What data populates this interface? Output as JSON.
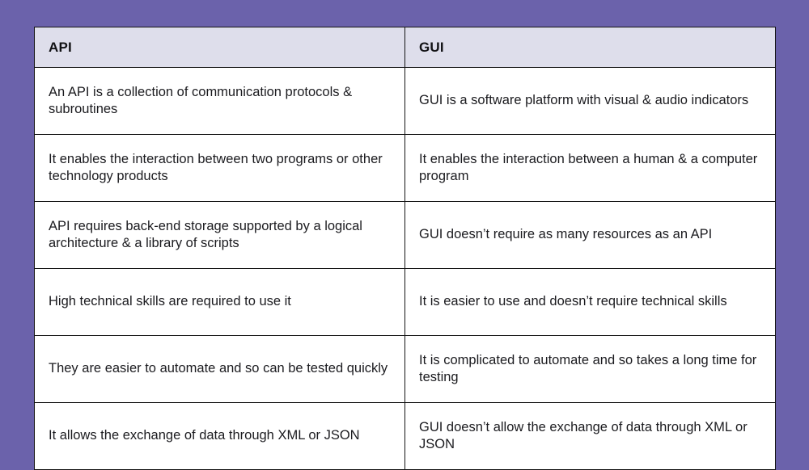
{
  "background_color": "#6b62ab",
  "table": {
    "header_background": "#dedeeb",
    "border_color": "#141414",
    "cell_background": "#ffffff",
    "columns": [
      {
        "label": "API"
      },
      {
        "label": "GUI"
      }
    ],
    "rows": [
      {
        "api": "An API is a collection of communication protocols & subroutines",
        "gui": "GUI is a software platform with visual & audio indicators"
      },
      {
        "api": "It enables the interaction between two programs or other technology products",
        "gui": "It enables the interaction between a human & a computer program"
      },
      {
        "api": "API requires back-end storage supported by a logical architecture & a library of scripts",
        "gui": "GUI doesn’t require as many resources as an API"
      },
      {
        "api": "High technical skills are required to use it",
        "gui": "It is easier to use and doesn’t require technical skills"
      },
      {
        "api": "They are easier to automate and so can be tested quickly",
        "gui": "It is complicated to automate and so takes a long time for testing"
      },
      {
        "api": "It allows the exchange of data through XML or JSON",
        "gui": "GUI doesn’t allow the exchange of data through XML or JSON"
      }
    ]
  }
}
